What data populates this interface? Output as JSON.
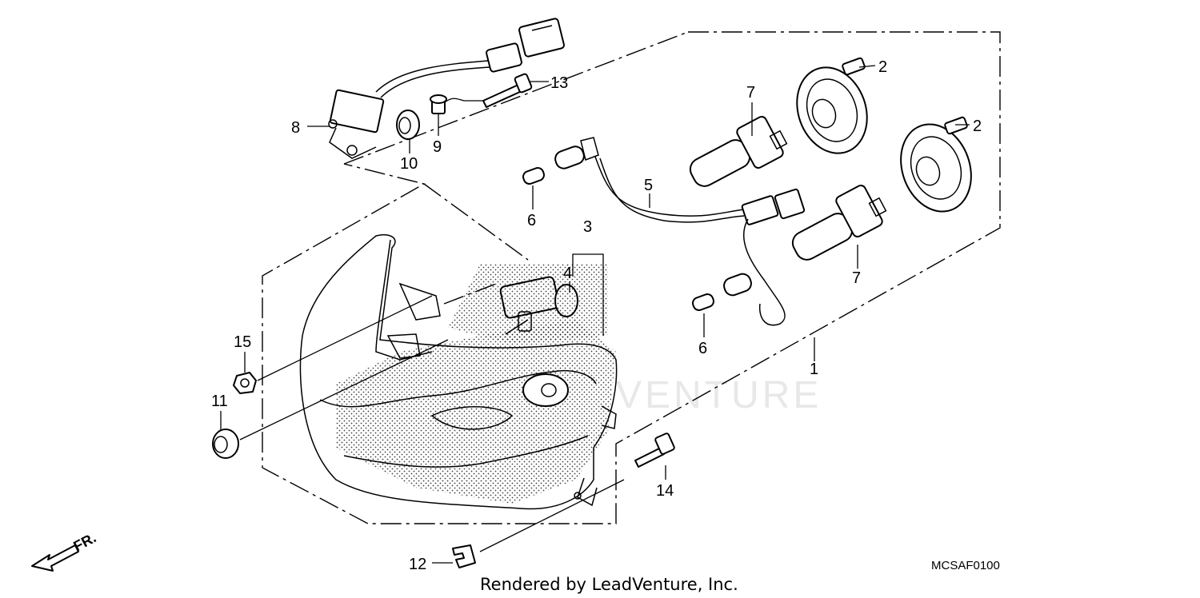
{
  "callouts": {
    "c1": "1",
    "c2a": "2",
    "c2b": "2",
    "c3": "3",
    "c4": "4",
    "c5": "5",
    "c6a": "6",
    "c6b": "6",
    "c7a": "7",
    "c7b": "7",
    "c8": "8",
    "c9": "9",
    "c10": "10",
    "c11": "11",
    "c12": "12",
    "c13": "13",
    "c14": "14",
    "c15": "15"
  },
  "diagram_code": "MCSAF0100",
  "credit": "Rendered by LeadVenture, Inc.",
  "front_arrow_label": "FR.",
  "watermark": "VENTURE"
}
